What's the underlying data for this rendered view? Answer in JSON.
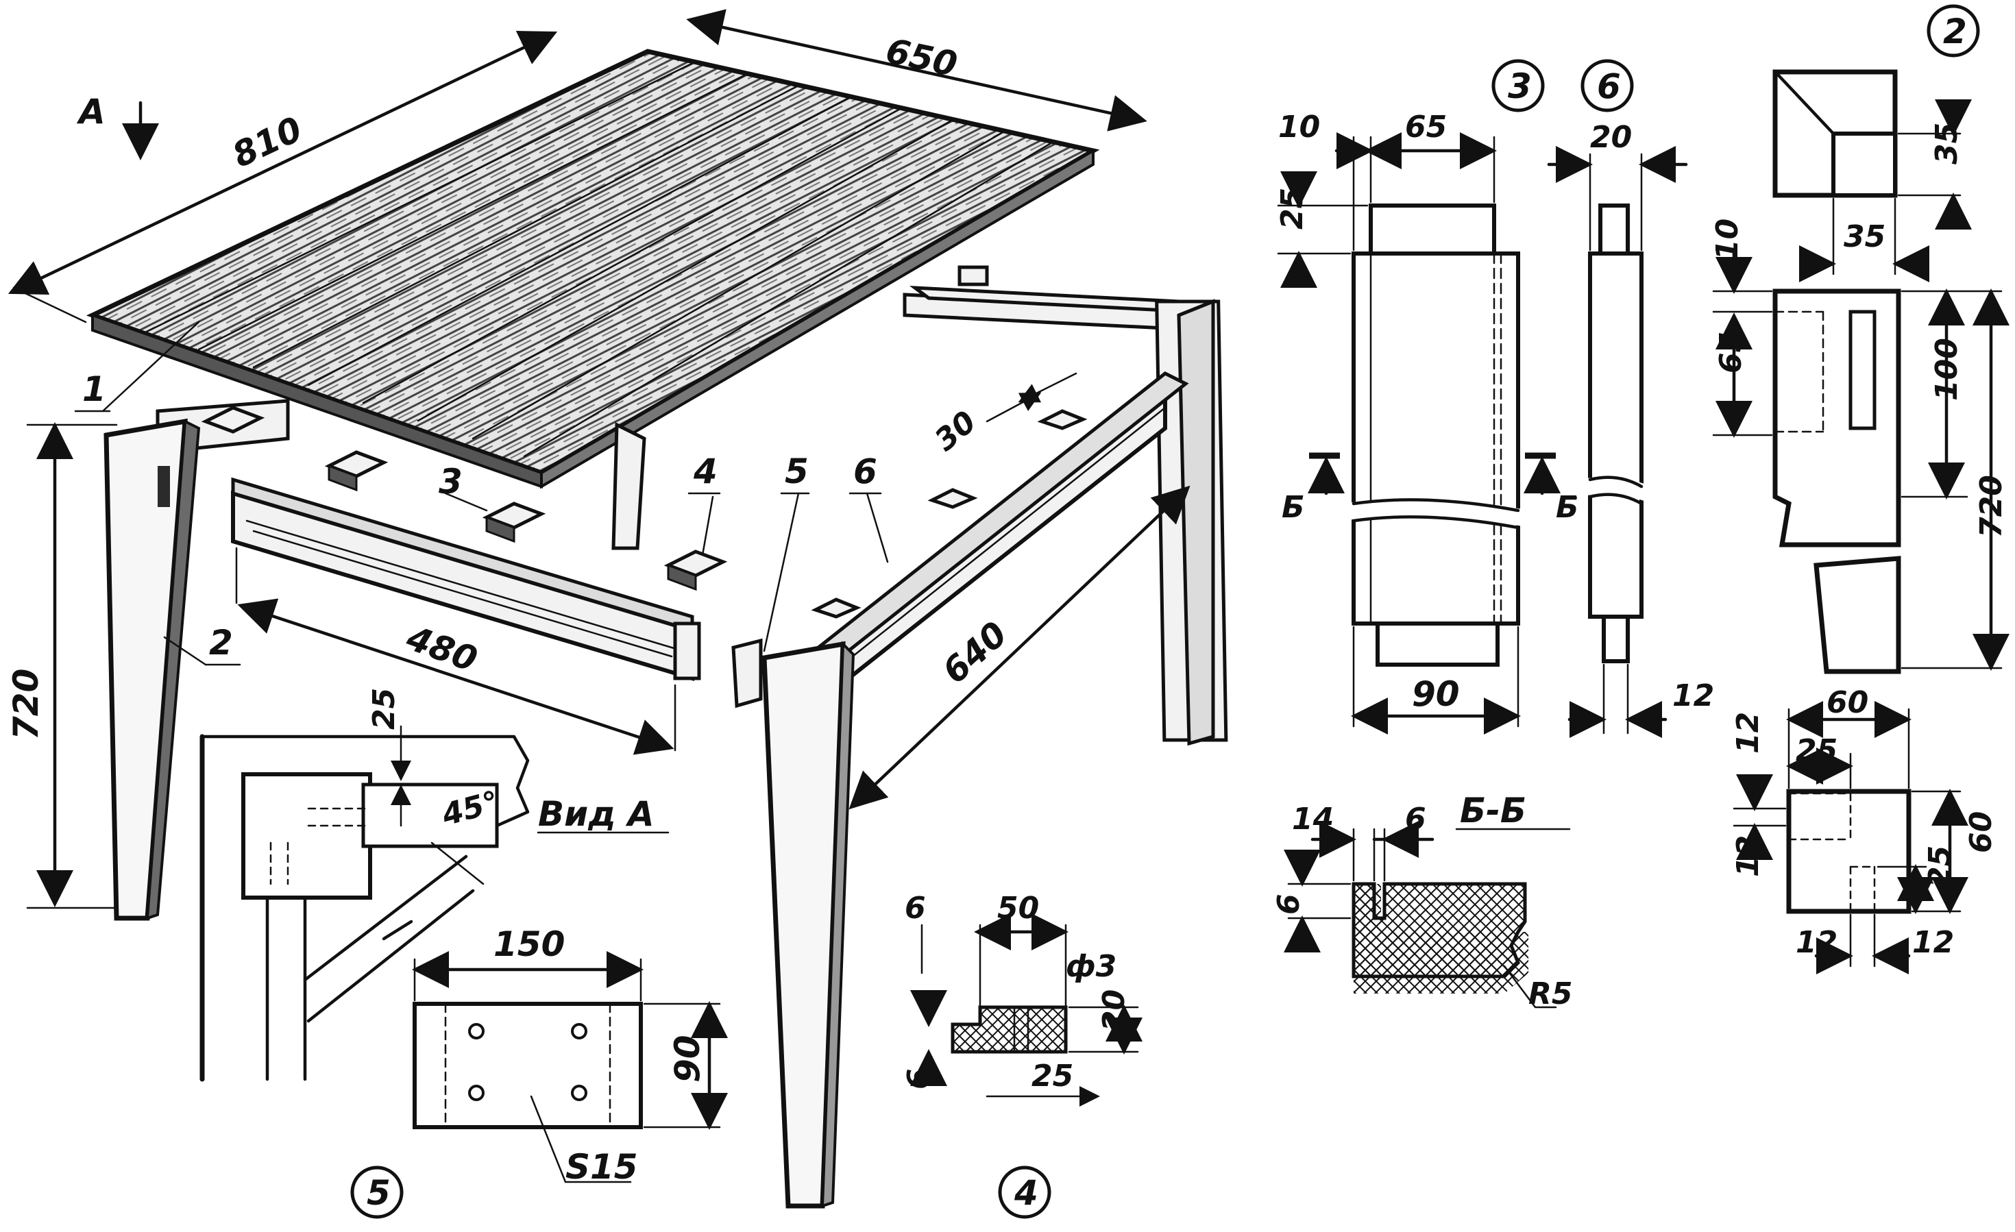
{
  "drawing": {
    "main_view": {
      "view_marker": "A",
      "dimensions": {
        "top_length": "810",
        "top_width": "650",
        "height": "720",
        "apron_long": "480",
        "apron_side": "640",
        "slot_width": "30"
      },
      "callouts": [
        "1",
        "2",
        "3",
        "4",
        "5",
        "6"
      ]
    },
    "view_a": {
      "caption": "Вид А",
      "dim_top": "25",
      "angle": "45°"
    },
    "part_5": {
      "number": "5",
      "dim_width": "150",
      "dim_height": "90",
      "thickness": "S15"
    },
    "part_4": {
      "number": "4",
      "dim_lip": "6",
      "dim_width": "50",
      "dim_hole": "ф3",
      "dim_height": "20",
      "dim_bottom": "25",
      "dim_step": "6"
    },
    "part_3": {
      "number": "3",
      "dim_left": "10",
      "dim_tenon": "65",
      "dim_top": "25",
      "dim_total": "90",
      "section_mark": "Б"
    },
    "part_6": {
      "number": "6",
      "dim_top": "20",
      "dim_bottom": "12"
    },
    "section_bb": {
      "caption": "Б-Б",
      "dim_a": "14",
      "dim_b": "6",
      "dim_c": "6",
      "radius": "R5"
    },
    "part_2": {
      "number": "2",
      "dim_top_a": "35",
      "dim_top_b": "35",
      "dim_mortise_top": "10",
      "dim_mortise_len": "65",
      "dim_mortise_depth": "100",
      "dim_leg_length": "720",
      "dim_section_width": "60",
      "dim_section_tenon": "25",
      "dim_section_top": "12",
      "dim_section_left": "12",
      "dim_section_height": "60",
      "dim_section_right": "25",
      "dim_section_bottom_a": "12",
      "dim_section_bottom_b": "12"
    }
  }
}
